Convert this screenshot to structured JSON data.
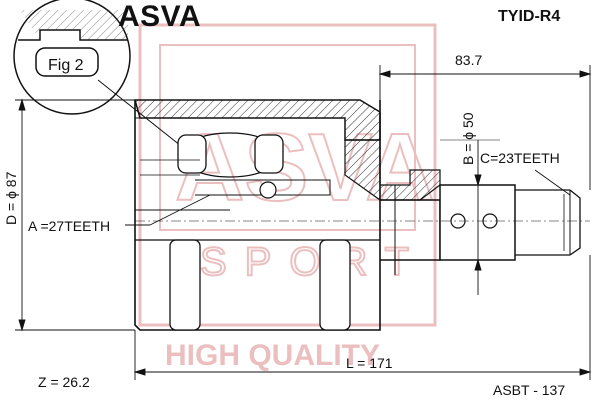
{
  "header": {
    "brand": "ASVA",
    "part_number": "TYID-R4"
  },
  "figure_label": "Fig 2",
  "dimensions": {
    "top_length": "83.7",
    "b_diameter": "B = ϕ 50",
    "c_teeth": "C=23TEETH",
    "d_diameter": "D = ϕ 87",
    "a_teeth": "A =27TEETH",
    "length": "L = 171",
    "z_value": "Z = 26.2"
  },
  "footer": {
    "reference": "ASBT - 137"
  },
  "watermark": {
    "brand": "ASVA",
    "subtitle": "SPORT",
    "slogan": "HIGH QUALITY",
    "color": "#e8b4b4"
  }
}
